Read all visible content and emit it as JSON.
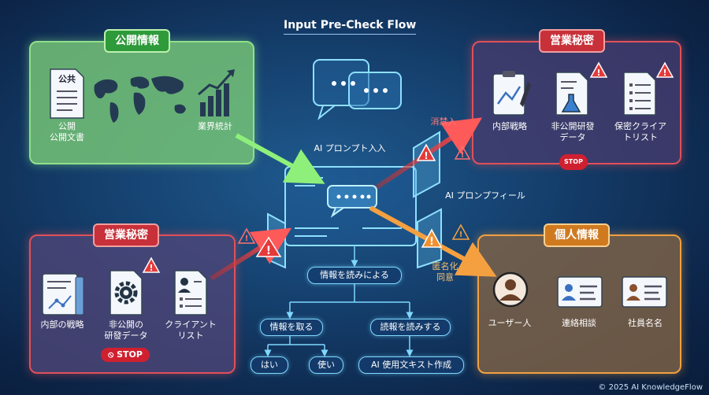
{
  "title": "Input Pre-Check Flow",
  "panels": {
    "public": {
      "badge": "公開情報",
      "doc_header": "公共",
      "doc_label_1": "公開",
      "doc_label_2": "公開文書",
      "stats_label": "業界統計"
    },
    "secret_top": {
      "badge": "営業秘密",
      "item_1": "内部戦略",
      "item_2_a": "非公開研發",
      "item_2_b": "データ",
      "item_3_a": "保密クライア",
      "item_3_b": "トリスト",
      "stop": "STOP"
    },
    "secret_bottom": {
      "badge": "営業秘密",
      "item_1": "内部の戦略",
      "item_2_a": "非公開の",
      "item_2_b": "研發データ",
      "item_3_a": "クライアント",
      "item_3_b": "リスト",
      "stop": "STOP"
    },
    "personal": {
      "badge": "個人情報",
      "item_1": "ユーザー人",
      "item_2": "連絡相談",
      "item_3": "社員名名"
    }
  },
  "center": {
    "prompt_input": "AI プロンプト入入",
    "prompt_filter": "AI プロンプフィール",
    "prohibited": "消禁入",
    "anonymize_1": "匿名化",
    "anonymize_2": "同意"
  },
  "flow": {
    "read": "情報を読みによる",
    "take": "情報を取る",
    "read2": "読報を読みする",
    "yes": "はい",
    "use": "使い",
    "create": "AI 使用文キスト作成"
  },
  "footer": "© 2025 AI KnowledgeFlow",
  "colors": {
    "green_accent": "#2e9a3a",
    "red_accent": "#c8303a",
    "orange_accent": "#d07a20",
    "cyan_glow": "#7fd8ff"
  }
}
